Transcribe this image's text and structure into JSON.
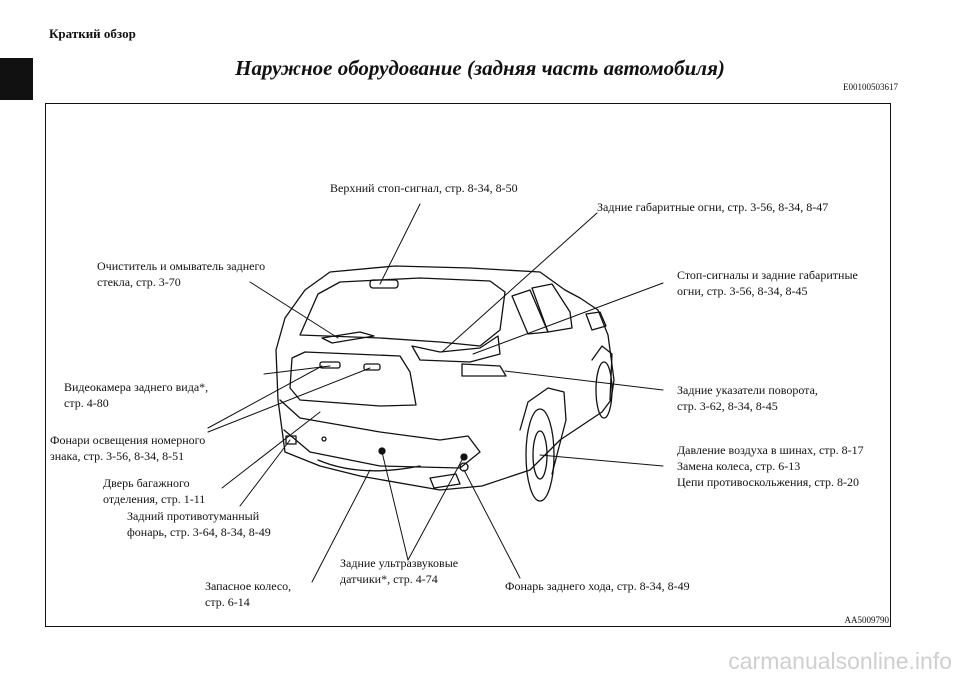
{
  "header": {
    "section": "Краткий обзор",
    "title": "Наружное оборудование (задняя часть автомобиля)",
    "code": "E00100503617"
  },
  "figure": {
    "code": "AA5009790",
    "labels": {
      "stop_lamp": "Верхний стоп-сигнал, стр. 8-34, 8-50",
      "rear_position": "Задние габаритные огни, стр. 3-56, 8-34, 8-47",
      "wiper_1": "Очиститель и омыватель заднего",
      "wiper_2": "стекла, стр. 3-70",
      "brake_1": "Стоп-сигналы и задние габаритные",
      "brake_2": "огни, стр. 3-56, 8-34, 8-45",
      "camera_1": "Видеокамера заднего вида*,",
      "camera_2": "стр. 4-80",
      "turn_1": "Задние указатели поворота,",
      "turn_2": "стр. 3-62, 8-34, 8-45",
      "plate_1": "Фонари освещения номерного",
      "plate_2": "знака, стр. 3-56, 8-34, 8-51",
      "tire_1": "Давление воздуха в шинах, стр. 8-17",
      "tire_2": "Замена колеса, стр. 6-13",
      "tire_3": "Цепи противоскольжения, стр. 8-20",
      "tailgate_1": "Дверь багажного",
      "tailgate_2": "отделения, стр. 1-11",
      "fog_1": "Задний противотуманный",
      "fog_2": "фонарь, стр. 3-64, 8-34, 8-49",
      "sensors_1": "Задние ультразвуковые",
      "sensors_2": "датчики*, стр. 4-74",
      "spare_1": "Запасное колесо,",
      "spare_2": "стр. 6-14",
      "reverse": "Фонарь заднего хода, стр. 8-34, 8-49"
    }
  },
  "watermark": "carmanualsonline.info"
}
